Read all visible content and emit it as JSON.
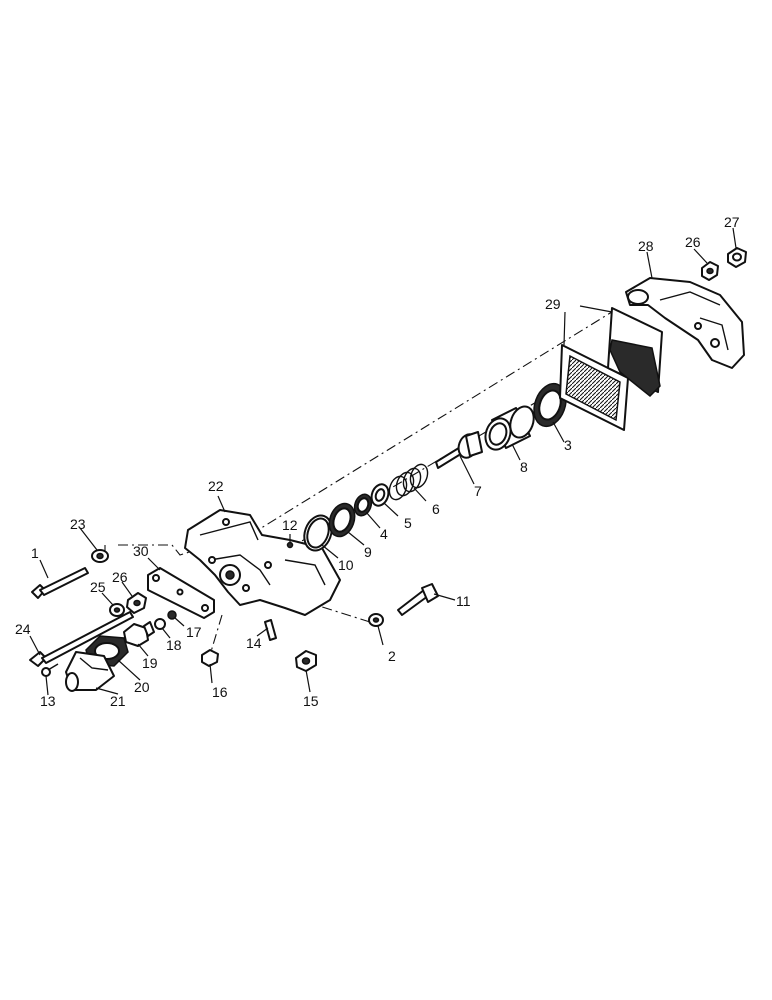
{
  "callouts": [
    {
      "id": "1",
      "text": "1"
    },
    {
      "id": "2",
      "text": "2"
    },
    {
      "id": "3",
      "text": "3"
    },
    {
      "id": "4",
      "text": "4"
    },
    {
      "id": "5",
      "text": "5"
    },
    {
      "id": "6",
      "text": "6"
    },
    {
      "id": "7",
      "text": "7"
    },
    {
      "id": "8",
      "text": "8"
    },
    {
      "id": "9",
      "text": "9"
    },
    {
      "id": "10",
      "text": "10"
    },
    {
      "id": "11",
      "text": "11"
    },
    {
      "id": "12",
      "text": "12"
    },
    {
      "id": "13",
      "text": "13"
    },
    {
      "id": "14",
      "text": "14"
    },
    {
      "id": "15",
      "text": "15"
    },
    {
      "id": "16",
      "text": "16"
    },
    {
      "id": "17",
      "text": "17"
    },
    {
      "id": "18",
      "text": "18"
    },
    {
      "id": "19",
      "text": "19"
    },
    {
      "id": "20",
      "text": "20"
    },
    {
      "id": "21",
      "text": "21"
    },
    {
      "id": "22",
      "text": "22"
    },
    {
      "id": "23",
      "text": "23"
    },
    {
      "id": "24",
      "text": "24"
    },
    {
      "id": "25",
      "text": "25"
    },
    {
      "id": "26a",
      "text": "26"
    },
    {
      "id": "26b",
      "text": "26"
    },
    {
      "id": "27",
      "text": "27"
    },
    {
      "id": "28",
      "text": "28"
    },
    {
      "id": "29",
      "text": "29"
    },
    {
      "id": "30",
      "text": "30"
    }
  ]
}
